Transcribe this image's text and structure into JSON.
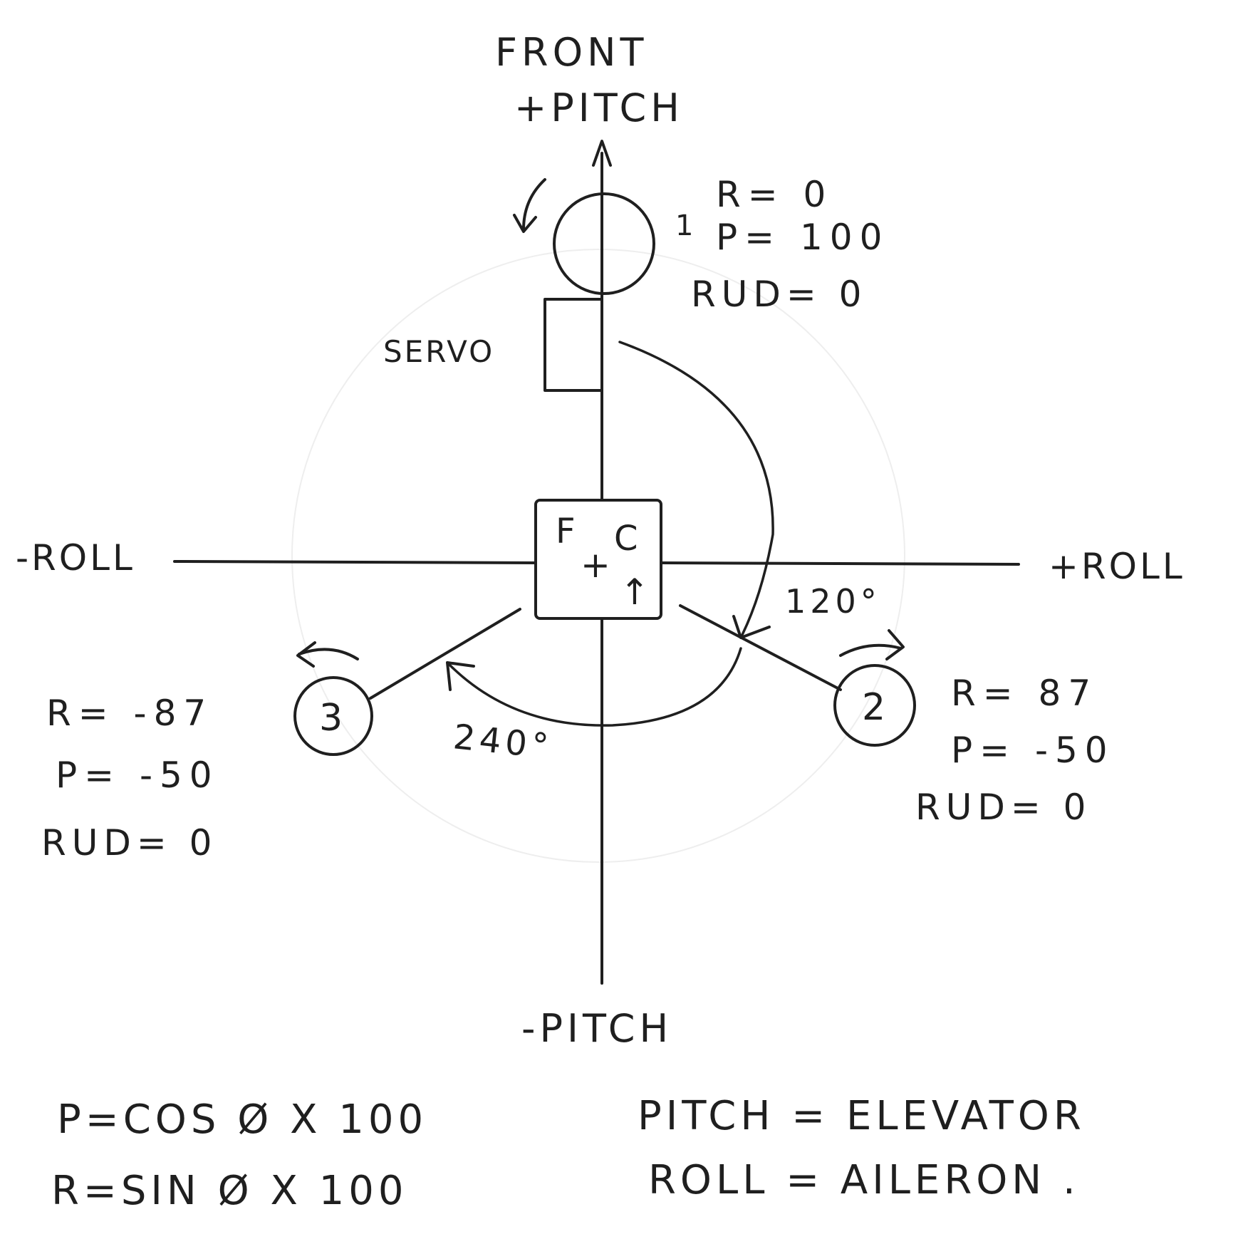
{
  "axes": {
    "front": "FRONT",
    "plus_pitch": "+PITCH",
    "minus_pitch": "-PITCH",
    "minus_roll": "-ROLL",
    "plus_roll": "+ROLL"
  },
  "controller": {
    "line1_left": "F",
    "line1_right": "C",
    "line2": "+",
    "arrow": "↑"
  },
  "servo_label": "SERVO",
  "angles": {
    "a1": "120°",
    "a2": "240°"
  },
  "rotors": [
    {
      "number": "1",
      "r": "R= 0",
      "p": "P= 100",
      "rud": "RUD= 0"
    },
    {
      "number": "2",
      "r": "R= 87",
      "p": "P= -50",
      "rud": "RUD= 0"
    },
    {
      "number": "3",
      "r": "R= -87",
      "p": "P= -50",
      "rud": "RUD= 0"
    }
  ],
  "formulas": {
    "p": "P=COS Ø X 100",
    "r": "R=SIN Ø X 100",
    "pitch": "PITCH = ELEVATOR",
    "roll": "ROLL = AILERON ."
  }
}
